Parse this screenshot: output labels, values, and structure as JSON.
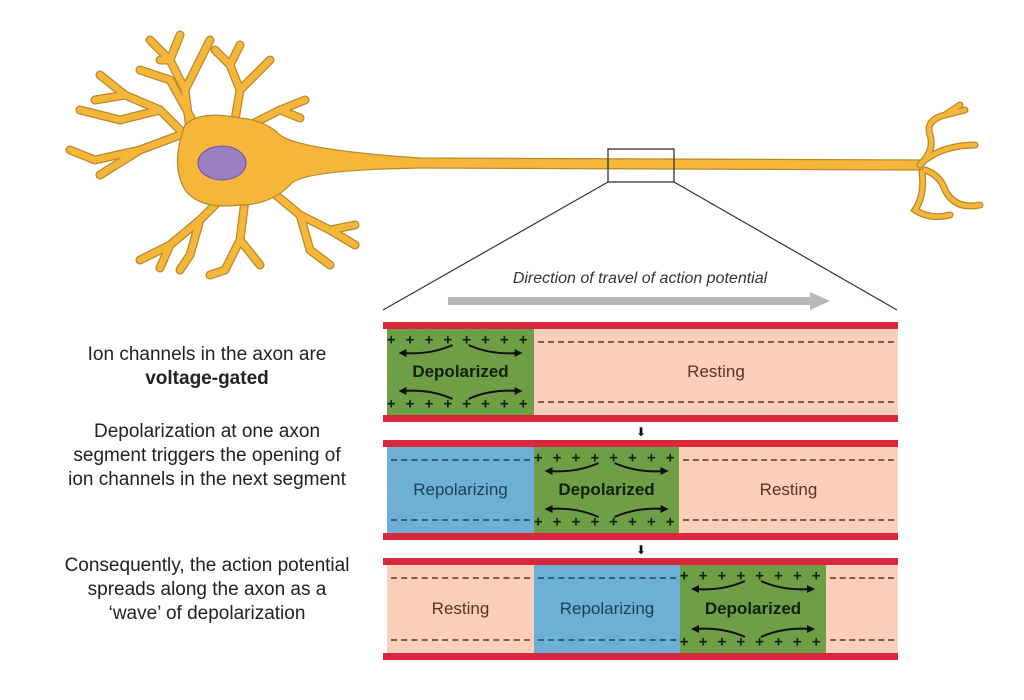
{
  "figure": {
    "direction_label": "Direction of travel of action potential",
    "captions": [
      {
        "text": "Ion channels in the axon are ",
        "bold": "voltage-gated"
      },
      {
        "text": "Depolarization at one axon segment triggers the opening of ion channels in the next segment"
      },
      {
        "text": "Consequently, the action potential spreads along the axon as a ‘wave’ of depolarization"
      }
    ],
    "panels": [
      {
        "segments": [
          {
            "state": "depol",
            "label": "Depolarized"
          },
          {
            "state": "resting",
            "label": "Resting"
          }
        ]
      },
      {
        "segments": [
          {
            "state": "repol",
            "label": "Repolarizing"
          },
          {
            "state": "depol",
            "label": "Depolarized"
          },
          {
            "state": "resting",
            "label": "Resting"
          }
        ]
      },
      {
        "segments": [
          {
            "state": "resting",
            "label": "Resting"
          },
          {
            "state": "repol",
            "label": "Repolarizing"
          },
          {
            "state": "depol",
            "label": "Depolarized"
          },
          {
            "state": "resting",
            "label": ""
          }
        ]
      }
    ],
    "step_arrow_glyph": "⬇",
    "charge_plus": "+ + + + + + + + + + +",
    "colors": {
      "membrane": "#d9283b",
      "resting": "#fbd0ba",
      "repolarizing": "#6cb0d6",
      "depolarized": "#6e9e45",
      "neuron": "#f5b63a",
      "nucleus": "#9a7fc4"
    }
  }
}
